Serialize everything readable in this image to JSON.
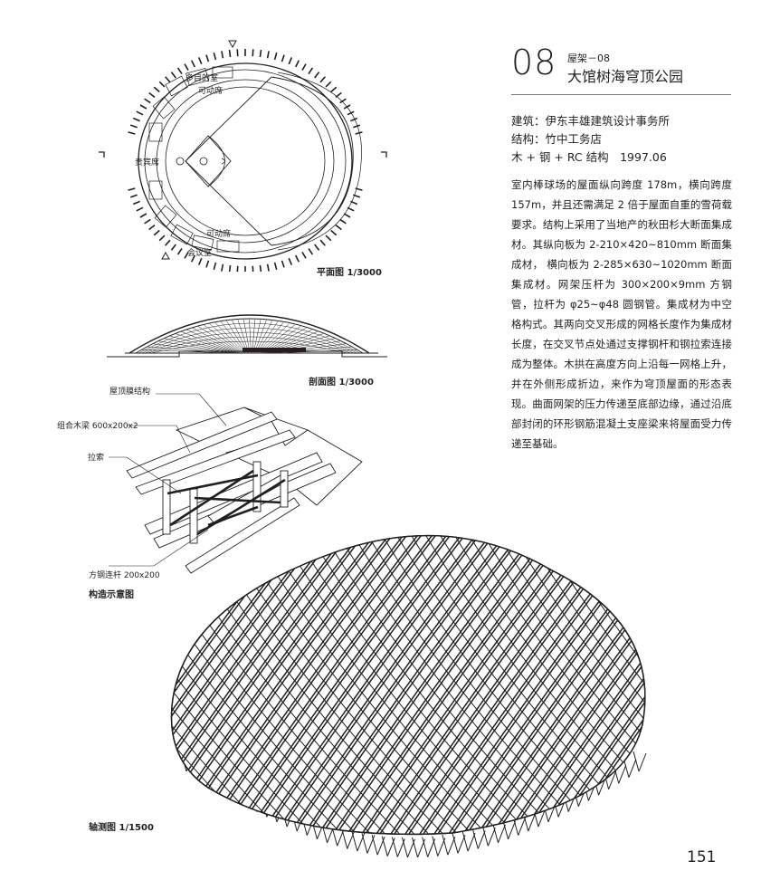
{
  "header": {
    "number": "08",
    "series": "屋架－08",
    "title": "大馆树海穹顶公园"
  },
  "meta": {
    "architect": "建筑：伊东丰雄建筑设计事务所",
    "structure": "结构：竹中工务店",
    "system": "木 + 钢 + RC 结构　1997.06"
  },
  "body_text": "室内棒球场的屋面纵向跨度 178m，横向跨度 157m，并且还需满足 2 倍于屋面自重的雪荷载要求。结构上采用了当地产的秋田杉大断面集成材。其纵向板为 2-210×420~810mm 断面集成材， 横向板为 2-285×630~1020mm 断面集成材。网架压杆为 300×200×9mm 方钢管，拉杆为 φ25~φ48 圆钢管。集成材为中空格构式。其两向交叉形成的网格长度作为集成材长度，在交叉节点处通过支撑钢杆和钢拉索连接成为整体。木拱在高度方向上沿每一网格上升，并在外侧形成折边，来作为穹顶屋面的形态表现。曲面网架的压力传递至底部边缘，通过沿底部封闭的环形钢筋混凝土支座梁来将屋面受力传递至基础。",
  "plan": {
    "caption": "平面图 1/3000",
    "labels": {
      "room": "多目的室",
      "movable_top": "可动席",
      "guest": "贵宾席",
      "movable_bottom": "可动席",
      "meeting": "会议室"
    }
  },
  "section": {
    "caption": "剖面图 1/3000"
  },
  "detail": {
    "caption": "构造示意图",
    "labels": {
      "membrane": "屋顶膜结构",
      "beam": "组合木梁 600x200x2",
      "cable": "拉索",
      "tube": "方钢连杆 200x200"
    }
  },
  "axon": {
    "caption": "轴测图 1/1500"
  },
  "page_number": "151"
}
